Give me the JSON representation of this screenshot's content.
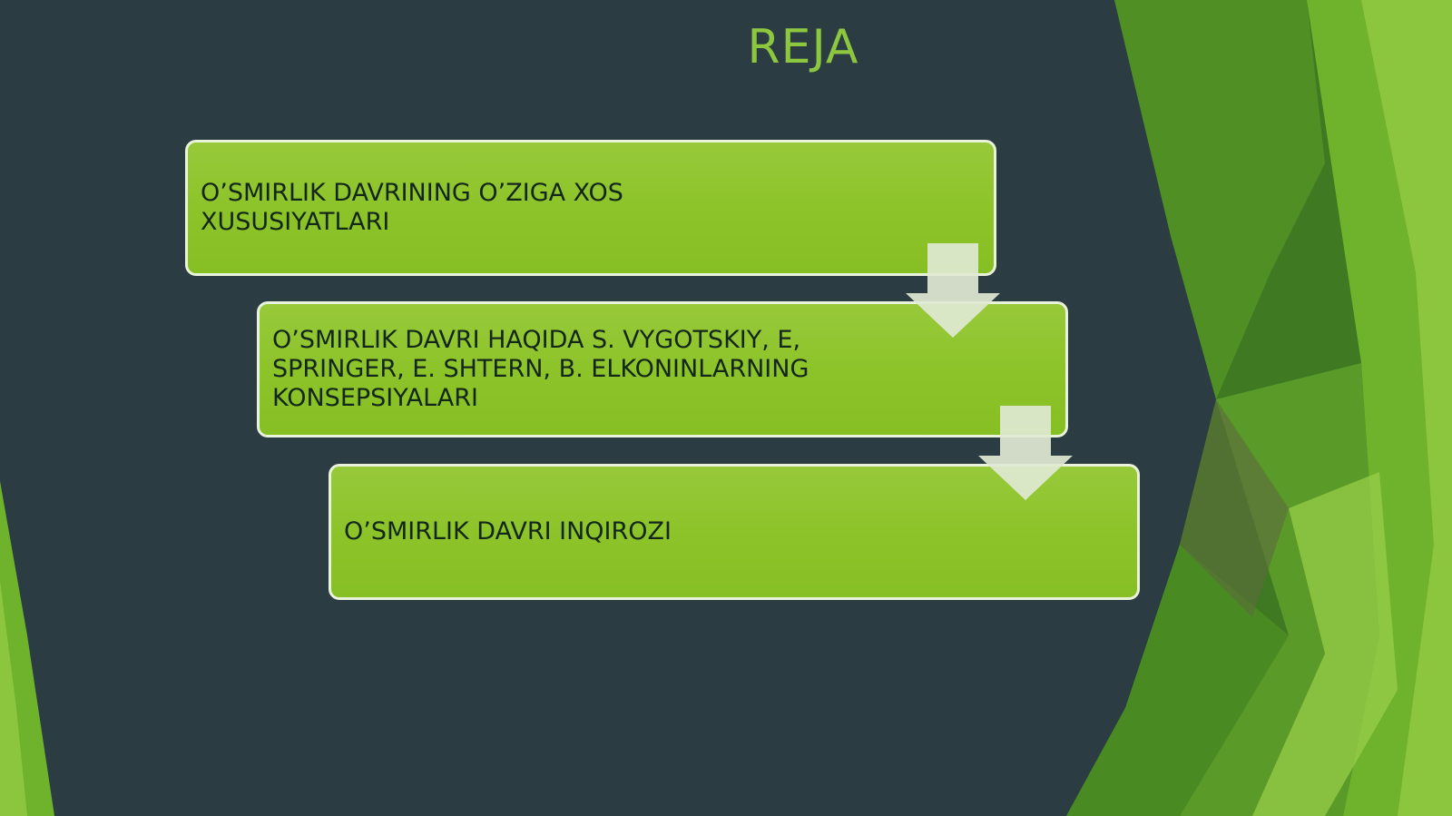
{
  "slide": {
    "title": "REJA",
    "items": [
      {
        "text": "O’SMIRLIK DAVRINING O’ZIGA XOS XUSUSIYATLARI"
      },
      {
        "text": "O’SMIRLIK DAVRI HAQIDA S. VYGOTSKIY, E, SPRINGER, E. SHTERN, B. ELKONINLARNING KONSEPSIYALARI"
      },
      {
        "text": "O’SMIRLIK DAVRI INQIROZI"
      }
    ]
  },
  "colors": {
    "background": "#2c3c43",
    "accent": "#8dc63f",
    "box_fill": "#8cc328",
    "box_border": "#e9f3db",
    "arrow": "#dfe9d2",
    "text": "#13261a"
  },
  "icons": {
    "connector": "down-arrow-icon"
  }
}
